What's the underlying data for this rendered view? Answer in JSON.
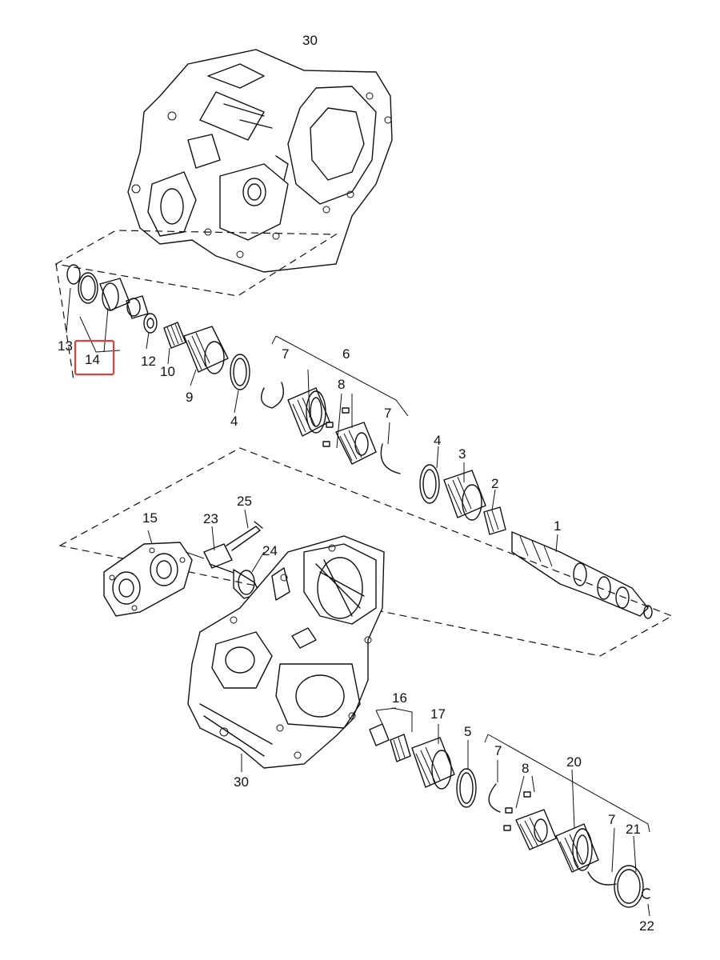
{
  "callouts": {
    "c1": "1",
    "c2": "2",
    "c3": "3",
    "c4a": "4",
    "c4b": "4",
    "c5": "5",
    "c6": "6",
    "c7a": "7",
    "c7b": "7",
    "c7c": "7",
    "c7d": "7",
    "c8a": "8",
    "c8b": "8",
    "c9": "9",
    "c10": "10",
    "c12": "12",
    "c13": "13",
    "c14": "14",
    "c15": "15",
    "c16": "16",
    "c17": "17",
    "c20": "20",
    "c21": "21",
    "c22": "22",
    "c23": "23",
    "c24": "24",
    "c25": "25",
    "c30a": "30",
    "c30b": "30"
  },
  "highlight": {
    "label": "14",
    "color": "#d9413f"
  }
}
